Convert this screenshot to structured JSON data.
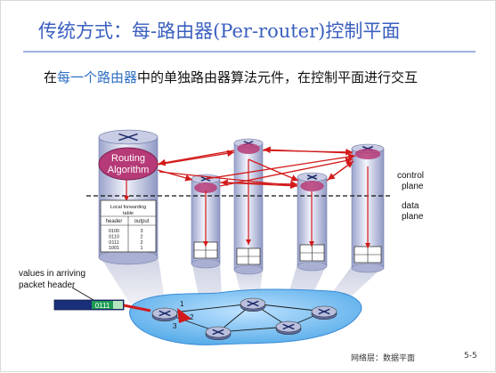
{
  "title": "传统方式：每-路由器(Per-router)控制平面",
  "body": {
    "pre": "在",
    "highlight": "每一个路由器",
    "post": "中的单独路由器算法元件，在控制平面进行交互"
  },
  "diagram": {
    "routing_line1": "Routing",
    "routing_line2": "Algorithm",
    "table": {
      "title_line1": "Local forwarding",
      "title_line2": "table",
      "col_header": "header",
      "col_output": "output",
      "rows": [
        {
          "header": "0100",
          "output": "3"
        },
        {
          "header": "0110",
          "output": "2"
        },
        {
          "header": "0111",
          "output": "2"
        },
        {
          "header": "1001",
          "output": "1"
        }
      ]
    },
    "control_line1": "control",
    "control_line2": "plane",
    "data_line1": "data",
    "data_line2": "plane",
    "packet_caption_line1": "values in arriving",
    "packet_caption_line2": "packet header",
    "packet_value": "0111",
    "ports": [
      "1",
      "2",
      "3"
    ]
  },
  "colors": {
    "title": "#3a5fbf",
    "highlight": "#2d6fc2",
    "arrow": "#d21a1a",
    "routing_blob": "#b63a77",
    "network": "#5aaeea"
  },
  "footer": {
    "chapter": "网络层：数据平面",
    "page": "5-5"
  }
}
